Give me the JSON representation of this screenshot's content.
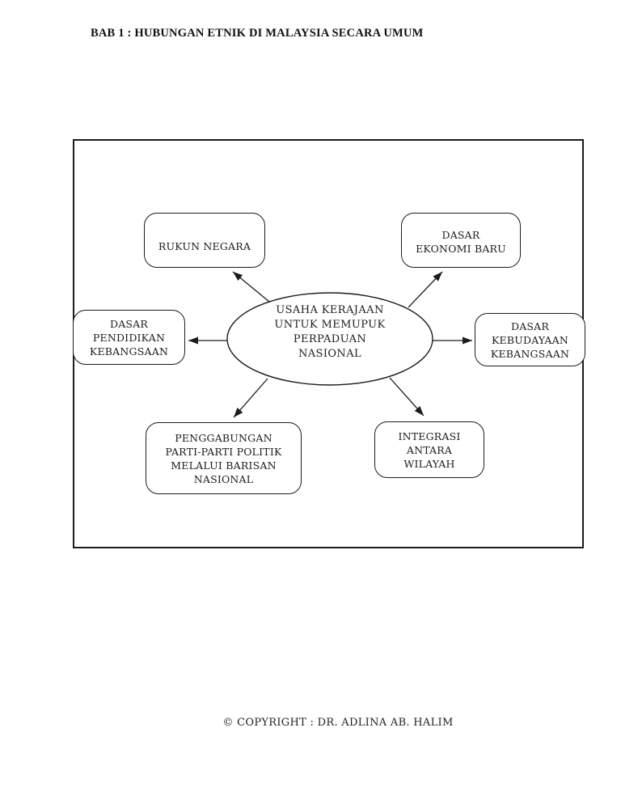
{
  "header": {
    "title": "BAB 1 : HUBUNGAN ETNIK DI MALAYSIA SECARA UMUM"
  },
  "diagram": {
    "center": {
      "label": "USAHA KERAJAAN\nUNTUK MEMUPUK\nPERPADUAN\nNASIONAL"
    },
    "nodes": [
      {
        "id": "rukun-negara",
        "label": "RUKUN NEGARA"
      },
      {
        "id": "dasar-ekonomi-baru",
        "label": "DASAR\nEKONOMI BARU"
      },
      {
        "id": "dasar-pendidikan-kebangsaan",
        "label": "DASAR\nPENDIDIKAN\nKEBANGSAAN"
      },
      {
        "id": "dasar-kebudayaan-kebangsaan",
        "label": "DASAR\nKEBUDAYAAN\nKEBANGSAAN"
      },
      {
        "id": "penggabungan-parti-parti-politik",
        "label": "PENGGABUNGAN\nPARTI-PARTI POLITIK\nMELALUI BARISAN\nNASIONAL"
      },
      {
        "id": "integrasi-antara-wilayah",
        "label": "INTEGRASI\nANTARA\nWILAYAH"
      }
    ],
    "colors": {
      "stroke": "#1c1c1c",
      "background": "#ffffff"
    }
  },
  "footer": {
    "copyright": "© COPYRIGHT : DR. ADLINA AB. HALIM"
  }
}
